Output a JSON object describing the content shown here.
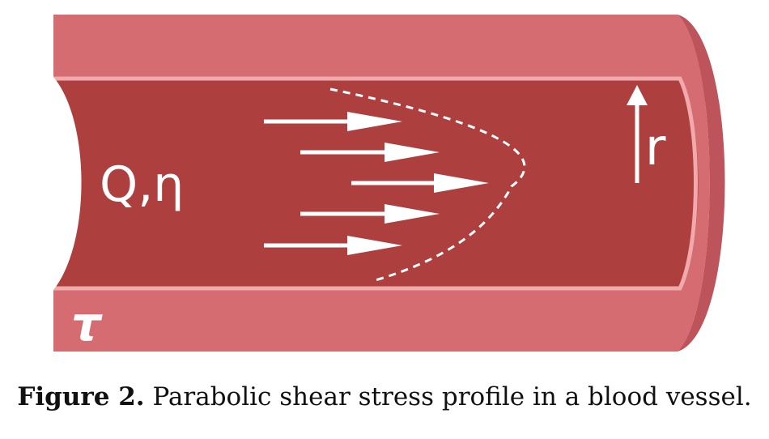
{
  "labels": {
    "flow_parameters": "Q,η",
    "shear_stress_symbol": "τ",
    "radial_axis": "r"
  },
  "caption": {
    "lead": "Figure 2.",
    "text": "Parabolic shear stress profile in a blood vessel."
  },
  "colors": {
    "vessel_wall": "#d46c72",
    "vessel_wall_edge": "#c2565f",
    "intima_line": "#f0a3a6",
    "lumen": "#ad3f3e",
    "arrows": "#ffffff",
    "profile_curve": "#ffffff"
  },
  "icons": [
    "flow-arrow",
    "radial-arrow"
  ]
}
